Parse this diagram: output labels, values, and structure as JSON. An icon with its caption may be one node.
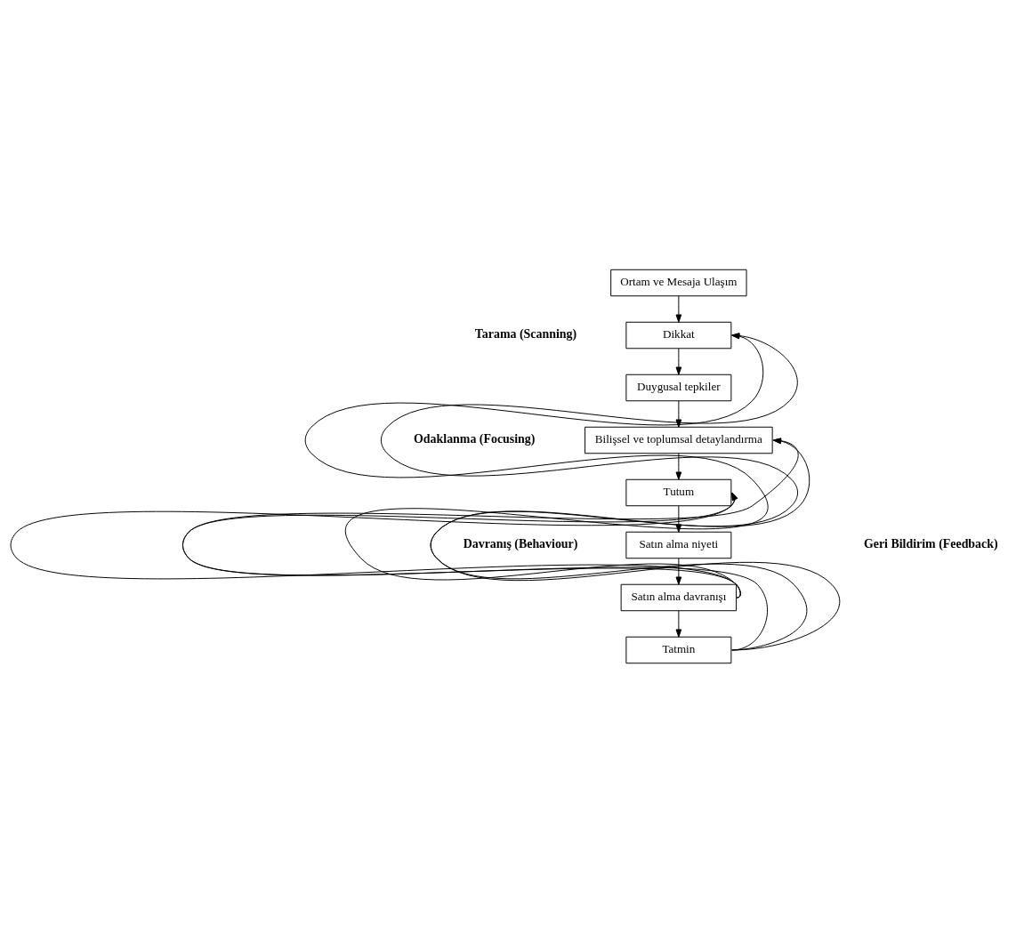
{
  "diagram": {
    "nodes": [
      {
        "text": [
          "Ortam ve Mesaja Ulaşım"
        ]
      },
      {
        "text": [
          "Dikkat"
        ]
      },
      {
        "text": [
          "Duygusal tepkiler"
        ]
      },
      {
        "text": [
          "Bilişsel ve toplumsal detaylandırma"
        ]
      },
      {
        "text": [
          "Tutum"
        ]
      },
      {
        "text": [
          "Satın alma niyeti"
        ]
      },
      {
        "text": [
          "Satın alma davranışı"
        ]
      },
      {
        "text": [
          "Tatmin"
        ]
      }
    ],
    "edges": [
      {
        "from": 0,
        "to": 1,
        "arrow": "to"
      },
      {
        "from": 1,
        "to": 2,
        "arrow": "to"
      },
      {
        "from": 2,
        "to": 3,
        "arrow": "to"
      },
      {
        "from": 3,
        "to": 4,
        "arrow": "to"
      },
      {
        "from": 4,
        "to": 5,
        "arrow": "to"
      },
      {
        "from": 5,
        "to": 6,
        "arrow": "to"
      },
      {
        "from": 6,
        "to": 7,
        "arrow": "to"
      },
      {
        "from": 6,
        "to": 1,
        "arrow": "to"
      },
      {
        "from": 6,
        "to": 3,
        "arrow": "to"
      },
      {
        "from": 6,
        "to": 4,
        "arrow": "to"
      },
      {
        "from": 7,
        "to": 1,
        "arrow": "to"
      },
      {
        "from": 7,
        "to": 3,
        "arrow": "to"
      },
      {
        "from": 7,
        "to": 4,
        "arrow": "to"
      }
    ],
    "labels": [
      "Tarama (Scanning)",
      "Odaklanma (Focusing)",
      "Davranış (Behaviour)",
      "Geri Bildirim (Feedback)"
    ]
  }
}
